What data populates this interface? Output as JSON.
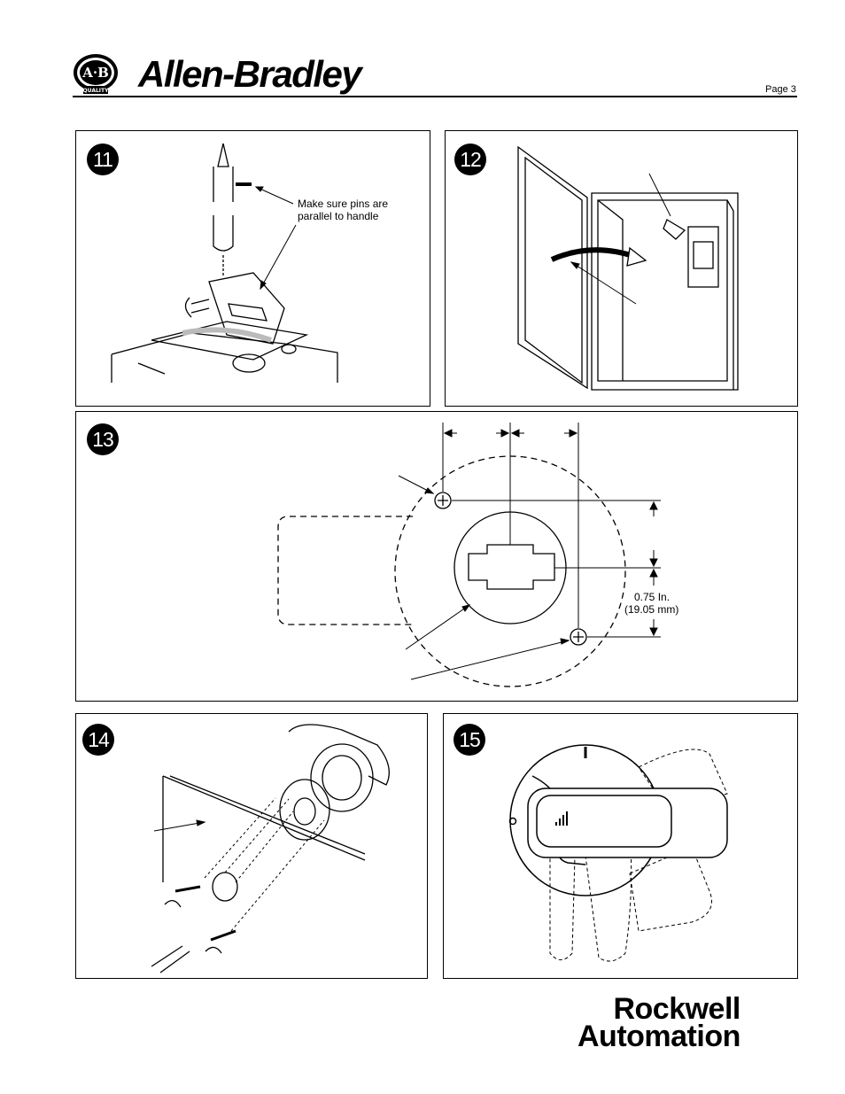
{
  "header": {
    "logo_text": "A·B",
    "logo_subtext": "QUALITY",
    "brand": "Allen-Bradley",
    "page_label": "Page 3"
  },
  "steps": {
    "s11": {
      "number": "11",
      "note_line1": "Make sure pins are",
      "note_line2": "parallel to handle"
    },
    "s12": {
      "number": "12"
    },
    "s13": {
      "number": "13",
      "dim_line1": "0.75 In.",
      "dim_line2": "(19.05 mm)"
    },
    "s14": {
      "number": "14"
    },
    "s15": {
      "number": "15"
    }
  },
  "footer": {
    "line1": "Rockwell",
    "line2": "Automation"
  }
}
